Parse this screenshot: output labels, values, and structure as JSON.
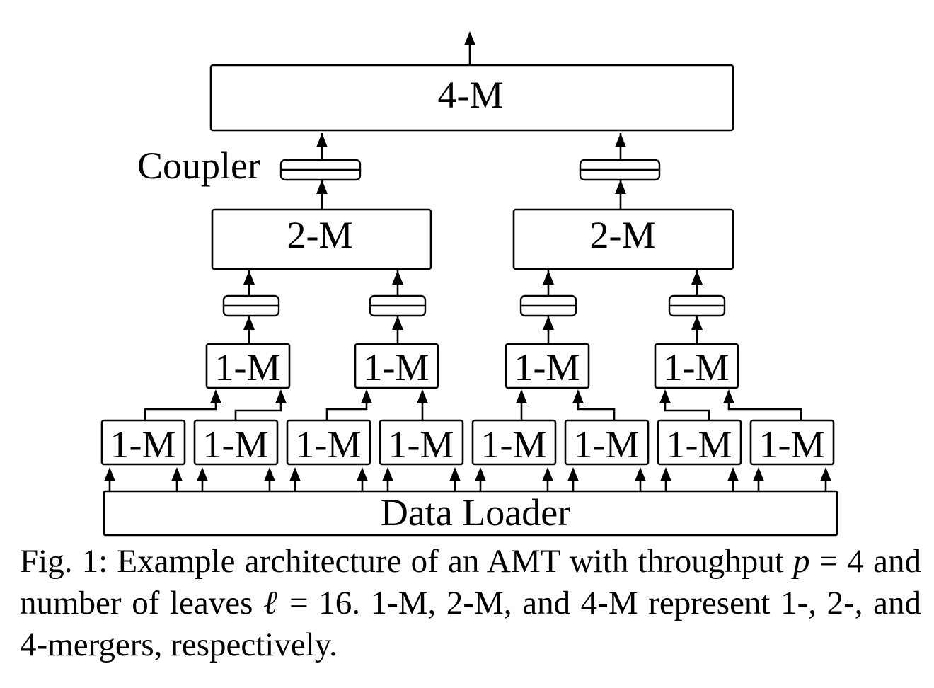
{
  "diagram": {
    "top_merger_label": "4-M",
    "mid_merger_labels": [
      "2-M",
      "2-M"
    ],
    "upper_leaf_labels": [
      "1-M",
      "1-M",
      "1-M",
      "1-M"
    ],
    "leaf_labels": [
      "1-M",
      "1-M",
      "1-M",
      "1-M",
      "1-M",
      "1-M",
      "1-M",
      "1-M"
    ],
    "coupler_label": "Coupler",
    "data_loader_label": "Data Loader"
  },
  "caption": {
    "prefix": "Fig. 1: Example architecture of an AMT with throughput ",
    "p_symbol": "p",
    "p_eq": " = 4 and number of leaves ",
    "l_symbol": "ℓ",
    "l_eq": " = 16. 1-M, 2-M, and 4-M represent 1-, 2-, and 4-mergers, respectively."
  }
}
